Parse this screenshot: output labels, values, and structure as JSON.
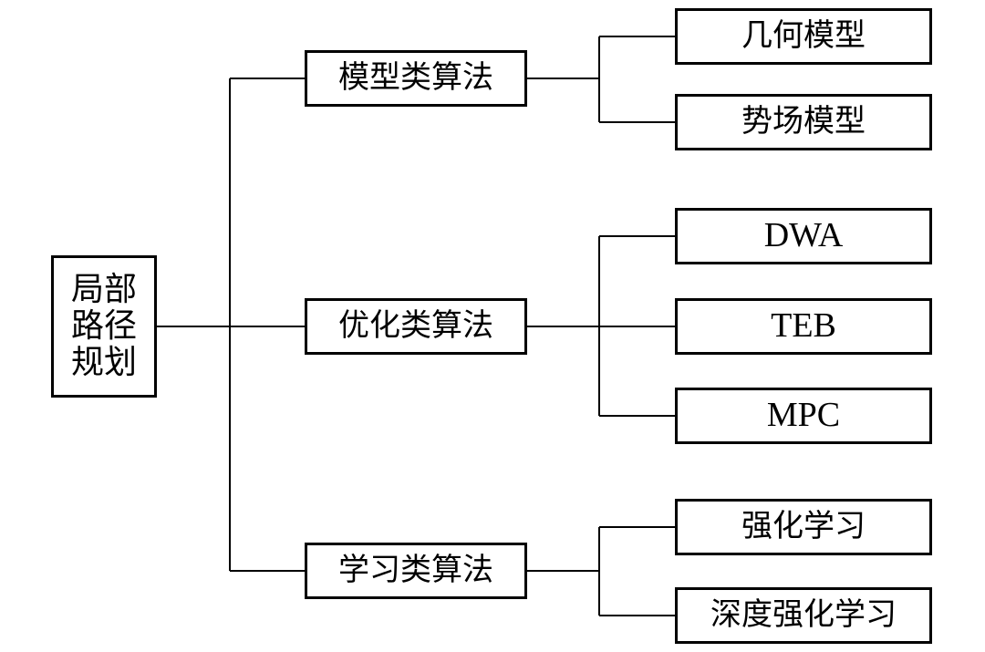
{
  "root": {
    "label": "局部路径规划"
  },
  "categories": [
    {
      "label": "模型类算法",
      "children": [
        "几何模型",
        "势场模型"
      ]
    },
    {
      "label": "优化类算法",
      "children": [
        "DWA",
        "TEB",
        "MPC"
      ]
    },
    {
      "label": "学习类算法",
      "children": [
        "强化学习",
        "深度强化学习"
      ]
    }
  ]
}
